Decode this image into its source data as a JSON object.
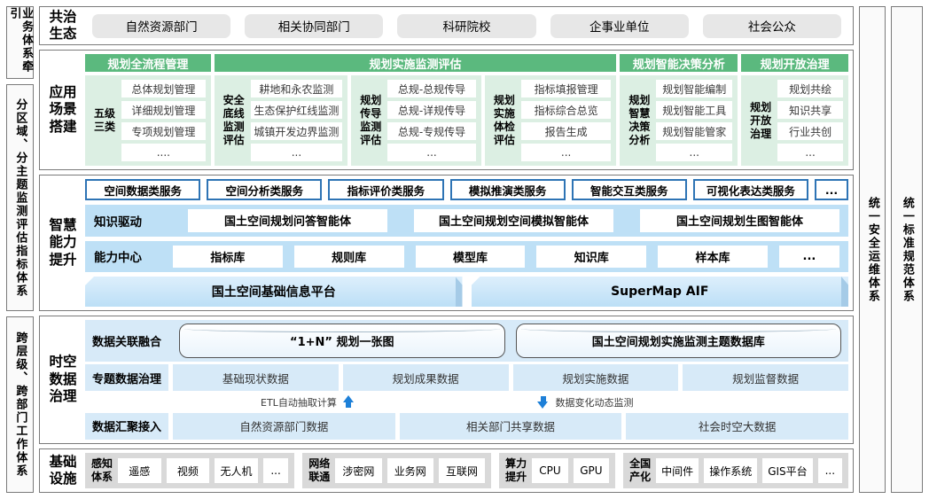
{
  "rails": {
    "left": [
      "业务体系牵引",
      "分区域、分主题监测评估指标体系",
      "跨层级、跨部门工作体系"
    ],
    "right": [
      "统一安全运维体系",
      "统一标准规范体系"
    ]
  },
  "ecosystem": {
    "label": "共治生态",
    "items": [
      "自然资源部门",
      "相关协同部门",
      "科研院校",
      "企事业单位",
      "社会公众"
    ]
  },
  "apps": {
    "label": "应用场景搭建",
    "headers": [
      "规划全流程管理",
      "规划实施监测评估",
      "规划智能决策分析",
      "规划开放治理"
    ],
    "groups": [
      {
        "label": "五级三类",
        "items": [
          "总体规划管理",
          "详细规划管理",
          "专项规划管理",
          "...."
        ]
      },
      {
        "label": "安全底线监测评估",
        "items": [
          "耕地和永农监测",
          "生态保护红线监测",
          "城镇开发边界监测",
          "..."
        ]
      },
      {
        "label": "规划传导监测评估",
        "items": [
          "总规-总规传导",
          "总规-详规传导",
          "总规-专规传导",
          "..."
        ]
      },
      {
        "label": "规划实施体检评估",
        "items": [
          "指标填报管理",
          "指标综合总览",
          "报告生成",
          "..."
        ]
      },
      {
        "label": "规划智慧决策分析",
        "items": [
          "规划智能编制",
          "规划智能工具",
          "规划智能管家",
          "..."
        ]
      },
      {
        "label": "规划开放治理",
        "items": [
          "规划共绘",
          "知识共享",
          "行业共创",
          "..."
        ]
      }
    ]
  },
  "smart": {
    "label": "智慧能力提升",
    "services": [
      "空间数据类服务",
      "空间分析类服务",
      "指标评价类服务",
      "模拟推演类服务",
      "智能交互类服务",
      "可视化表达类服务",
      "..."
    ],
    "knowledge": {
      "label": "知识驱动",
      "items": [
        "国土空间规划问答智能体",
        "国土空间规划空间模拟智能体",
        "国土空间规划生图智能体"
      ]
    },
    "capability": {
      "label": "能力中心",
      "items": [
        "指标库",
        "规则库",
        "模型库",
        "知识库",
        "样本库",
        "..."
      ]
    },
    "platforms": [
      "国土空间基础信息平台",
      "SuperMap AIF"
    ]
  },
  "data_gov": {
    "label": "时空数据治理",
    "fusion": {
      "label": "数据关联融合",
      "items": [
        "“1+N” 规划一张图",
        "国土空间规划实施监测主题数据库"
      ]
    },
    "theme": {
      "label": "专题数据治理",
      "items": [
        "基础现状数据",
        "规划成果数据",
        "规划实施数据",
        "规划监督数据"
      ]
    },
    "flows": {
      "up": "ETL自动抽取计算",
      "down": "数据变化动态监测"
    },
    "access": {
      "label": "数据汇聚接入",
      "items": [
        "自然资源部门数据",
        "相关部门共享数据",
        "社会时空大数据"
      ]
    }
  },
  "infra": {
    "label": "基础设施",
    "groups": [
      {
        "label": "感知体系",
        "items": [
          "遥感",
          "视频",
          "无人机",
          "..."
        ]
      },
      {
        "label": "网络联通",
        "items": [
          "涉密网",
          "业务网",
          "互联网"
        ]
      },
      {
        "label": "算力提升",
        "items": [
          "CPU",
          "GPU"
        ]
      },
      {
        "label": "全国产化",
        "items": [
          "中间件",
          "操作系统",
          "GIS平台",
          "..."
        ]
      }
    ]
  },
  "colors": {
    "header_green": "#5bb97e",
    "light_green": "#dcefe3",
    "band_blue": "#bee0f6",
    "light_blue": "#d7eaf8",
    "service_border_blue": "#2e74b5",
    "arrow_blue": "#1e80d8",
    "gray_pill": "#e7e7e7",
    "gray_group": "#d9d9d9"
  }
}
